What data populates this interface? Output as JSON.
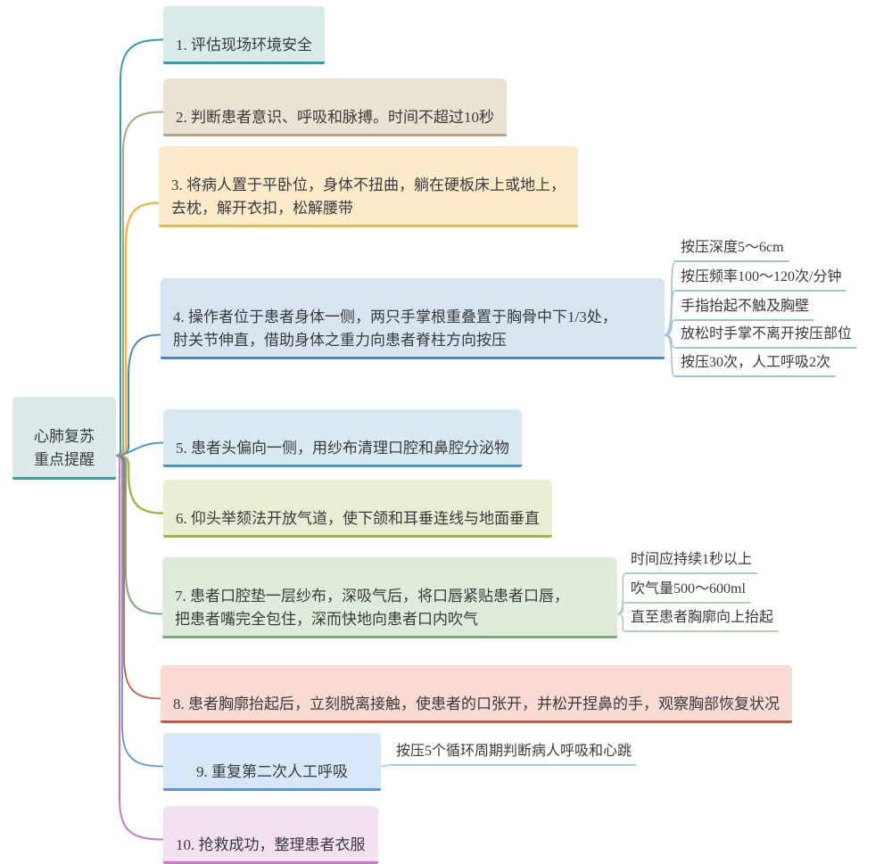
{
  "root": {
    "label": "心肺复苏\n重点提醒"
  },
  "branches": [
    {
      "label": "1. 评估现场环境安全",
      "children": []
    },
    {
      "label": "2. 判断患者意识、呼吸和脉搏。时间不超过10秒",
      "children": []
    },
    {
      "label": "3. 将病人置于平卧位，身体不扭曲，躺在硬板床上或地上，\n去枕，解开衣扣，松解腰带",
      "children": []
    },
    {
      "label": "4. 操作者位于患者身体一侧，两只手掌根重叠置于胸骨中下1/3处，\n肘关节伸直，借助身体之重力向患者脊柱方向按压",
      "children": [
        "按压深度5～6cm",
        "按压频率100～120次/分钟",
        "手指抬起不触及胸壁",
        "放松时手掌不离开按压部位",
        "按压30次，人工呼吸2次"
      ]
    },
    {
      "label": "5. 患者头偏向一侧，用纱布清理口腔和鼻腔分泌物",
      "children": []
    },
    {
      "label": "6. 仰头举颏法开放气道，使下颌和耳垂连线与地面垂直",
      "children": []
    },
    {
      "label": "7. 患者口腔垫一层纱布，深吸气后，将口唇紧贴患者口唇，\n把患者嘴完全包住，深而快地向患者口内吹气",
      "children": [
        "时间应持续1秒以上",
        "吹气量500～600ml",
        "直至患者胸廓向上抬起"
      ]
    },
    {
      "label": "8. 患者胸廓抬起后，立刻脱离接触，使患者的口张开，并松开捏鼻的手，观察胸部恢复状况",
      "children": []
    },
    {
      "label": "9. 重复第二次人工呼吸",
      "children": [
        "按压5个循环周期判断病人呼吸和心跳"
      ]
    },
    {
      "label": "10. 抢救成功，整理患者衣服",
      "children": []
    }
  ],
  "palette": {
    "root": {
      "fill": "#dbe9e9",
      "line": "#3f9dab"
    },
    "branch1": {
      "fill": "#d9ebe9",
      "line": "#2f9fab"
    },
    "branch2": {
      "fill": "#eae2d3",
      "line": "#b5a284"
    },
    "branch3": {
      "fill": "#fdeac9",
      "line": "#e7ba50"
    },
    "branch4": {
      "fill": "#d7e5f1",
      "line": "#4f87b2",
      "subline": "#9fc2da"
    },
    "branch5": {
      "fill": "#d8e9f2",
      "line": "#4898c2"
    },
    "branch6": {
      "fill": "#e8eed3",
      "line": "#9fb747"
    },
    "branch7": {
      "fill": "#dfecdc",
      "line": "#79a97d",
      "subline": "#abceae"
    },
    "branch8": {
      "fill": "#f9dbd4",
      "line": "#bf5f49"
    },
    "branch9": {
      "fill": "#d6e8f8",
      "line": "#6093d6",
      "subline": "#a9c6e2"
    },
    "branch10": {
      "fill": "#f3e1f2",
      "line": "#c978c1"
    }
  }
}
